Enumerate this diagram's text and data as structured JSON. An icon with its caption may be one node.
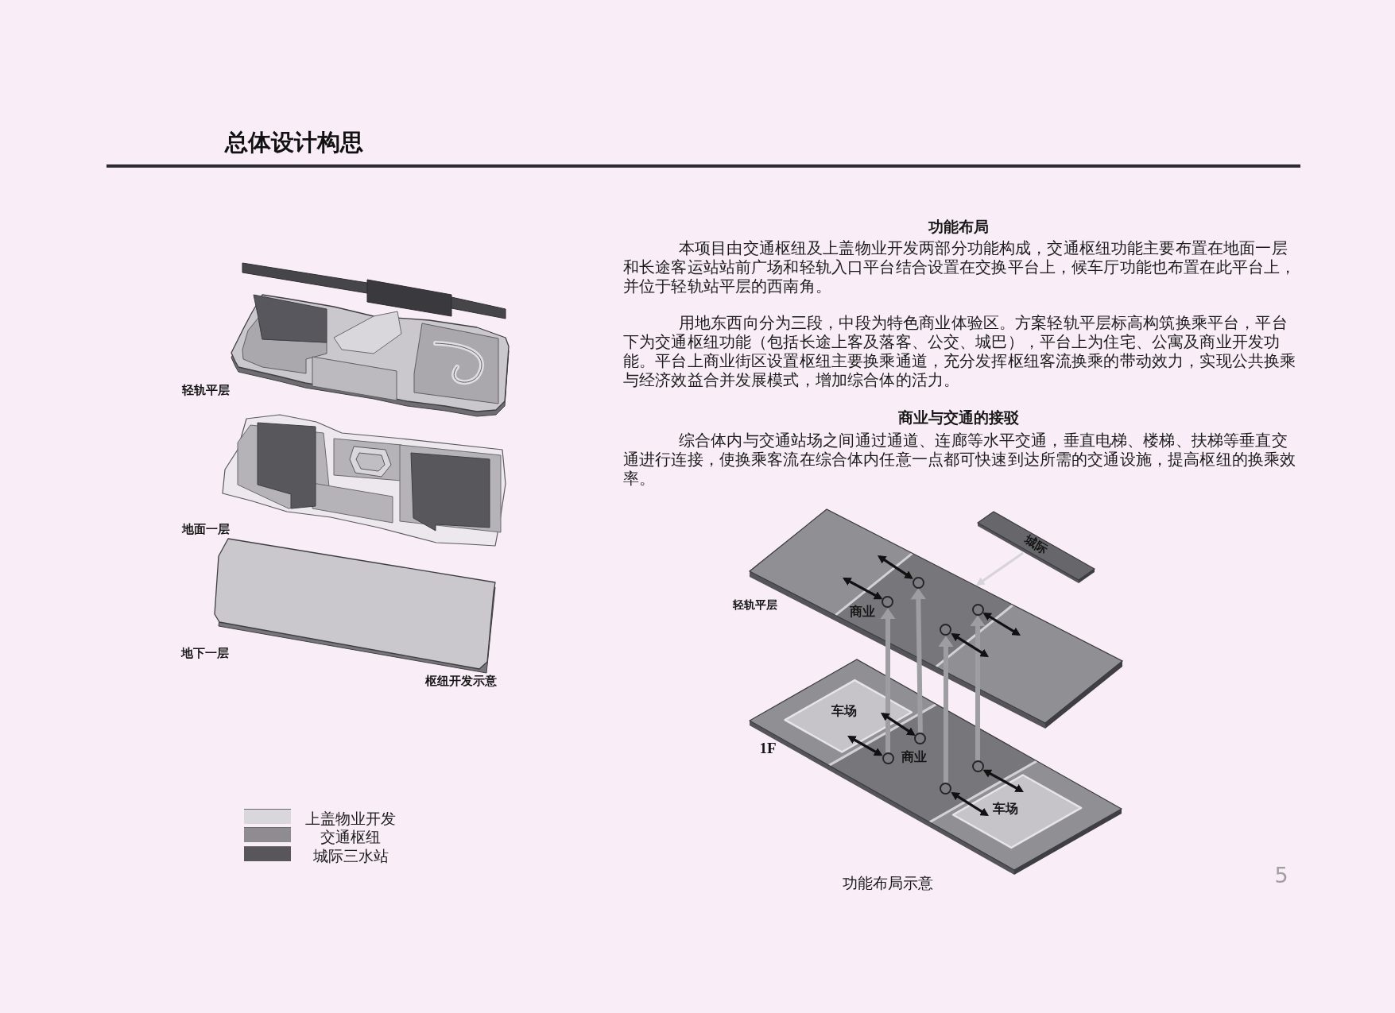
{
  "diagram": {
    "title": "总体设计构思",
    "nodes": [
      {
        "text": [
          "城际"
        ]
      },
      {
        "text": [
          "轻轨平层",
          "商业"
        ]
      },
      {
        "text": [],
        "shape": "circle",
        "in": 1
      },
      {
        "text": [],
        "shape": "circle",
        "in": 1
      },
      {
        "text": [],
        "shape": "circle",
        "in": 1
      },
      {
        "text": [],
        "shape": "circle",
        "in": 1
      },
      {
        "text": [
          "1F",
          "车场",
          "商业",
          "车场"
        ]
      },
      {
        "text": [],
        "shape": "circle",
        "in": 6
      },
      {
        "text": [],
        "shape": "circle",
        "in": 6
      },
      {
        "text": [],
        "shape": "circle",
        "in": 6
      },
      {
        "text": [],
        "shape": "circle",
        "in": 6
      }
    ],
    "edges": [
      {
        "from": 0,
        "to": 1,
        "arrow": "to",
        "color": "#d6d4d9"
      },
      {
        "from": 8,
        "to": 3,
        "arrow": "to",
        "style": "thick",
        "color": "#9e9da2"
      },
      {
        "from": 7,
        "to": 2,
        "arrow": "to",
        "style": "thick",
        "color": "#9e9da2"
      },
      {
        "from": 10,
        "to": 5,
        "arrow": "to",
        "style": "thick",
        "color": "#9e9da2"
      },
      {
        "from": 9,
        "to": 4,
        "arrow": "to",
        "style": "thick",
        "color": "#9e9da2"
      },
      {
        "from": 2,
        "to": 1,
        "arrow": "both"
      },
      {
        "from": 3,
        "to": 1,
        "arrow": "both"
      },
      {
        "from": 5,
        "to": 1,
        "arrow": "both"
      },
      {
        "from": 4,
        "to": 1,
        "arrow": "both"
      },
      {
        "from": 7,
        "to": 6,
        "arrow": "both"
      },
      {
        "from": 8,
        "to": 6,
        "arrow": "both"
      },
      {
        "from": 10,
        "to": 6,
        "arrow": "both"
      },
      {
        "from": 9,
        "to": 6,
        "arrow": "both"
      }
    ],
    "labels": [
      "轻轨平层",
      "地面一层",
      "地下一层",
      "枢纽开发示意",
      "功能布局",
      "本项目由交通枢纽及上盖物业开发两部分功能构成，交通枢纽功能主要布置在地面一层和长途客运站站前广场和轻轨入口平台结合设置在交换平台上，候车厅功能也布置在此平台上，并位于轻轨站平层的西南角。",
      "用地东西向分为三段，中段为特色商业体验区。方案轻轨平层标高构筑换乘平台，平台下为交通枢纽功能（包括长途上客及落客、公交、城巴），平台上为住宅、公寓及商业开发功能。平台上商业街区设置枢纽主要换乘通道，充分发挥枢纽客流换乘的带动效力，实现公共换乘与经济效益合并发展模式，增加综合体的活力。",
      "商业与交通的接驳",
      "综合体内与交通站场之间通过通道、连廊等水平交通，垂直电梯、楼梯、扶梯等垂直交通进行连接，使换乘客流在综合体内任意一点都可快速到达所需的交通设施，提高枢纽的换乘效率。",
      "功能布局示意",
      "5"
    ],
    "legend": [
      {
        "text": "上盖物业开发",
        "color": "#d9d6dc"
      },
      {
        "text": "交通枢纽",
        "color": "#8e8c91"
      },
      {
        "text": "城际三水站",
        "color": "#58565b"
      }
    ]
  }
}
